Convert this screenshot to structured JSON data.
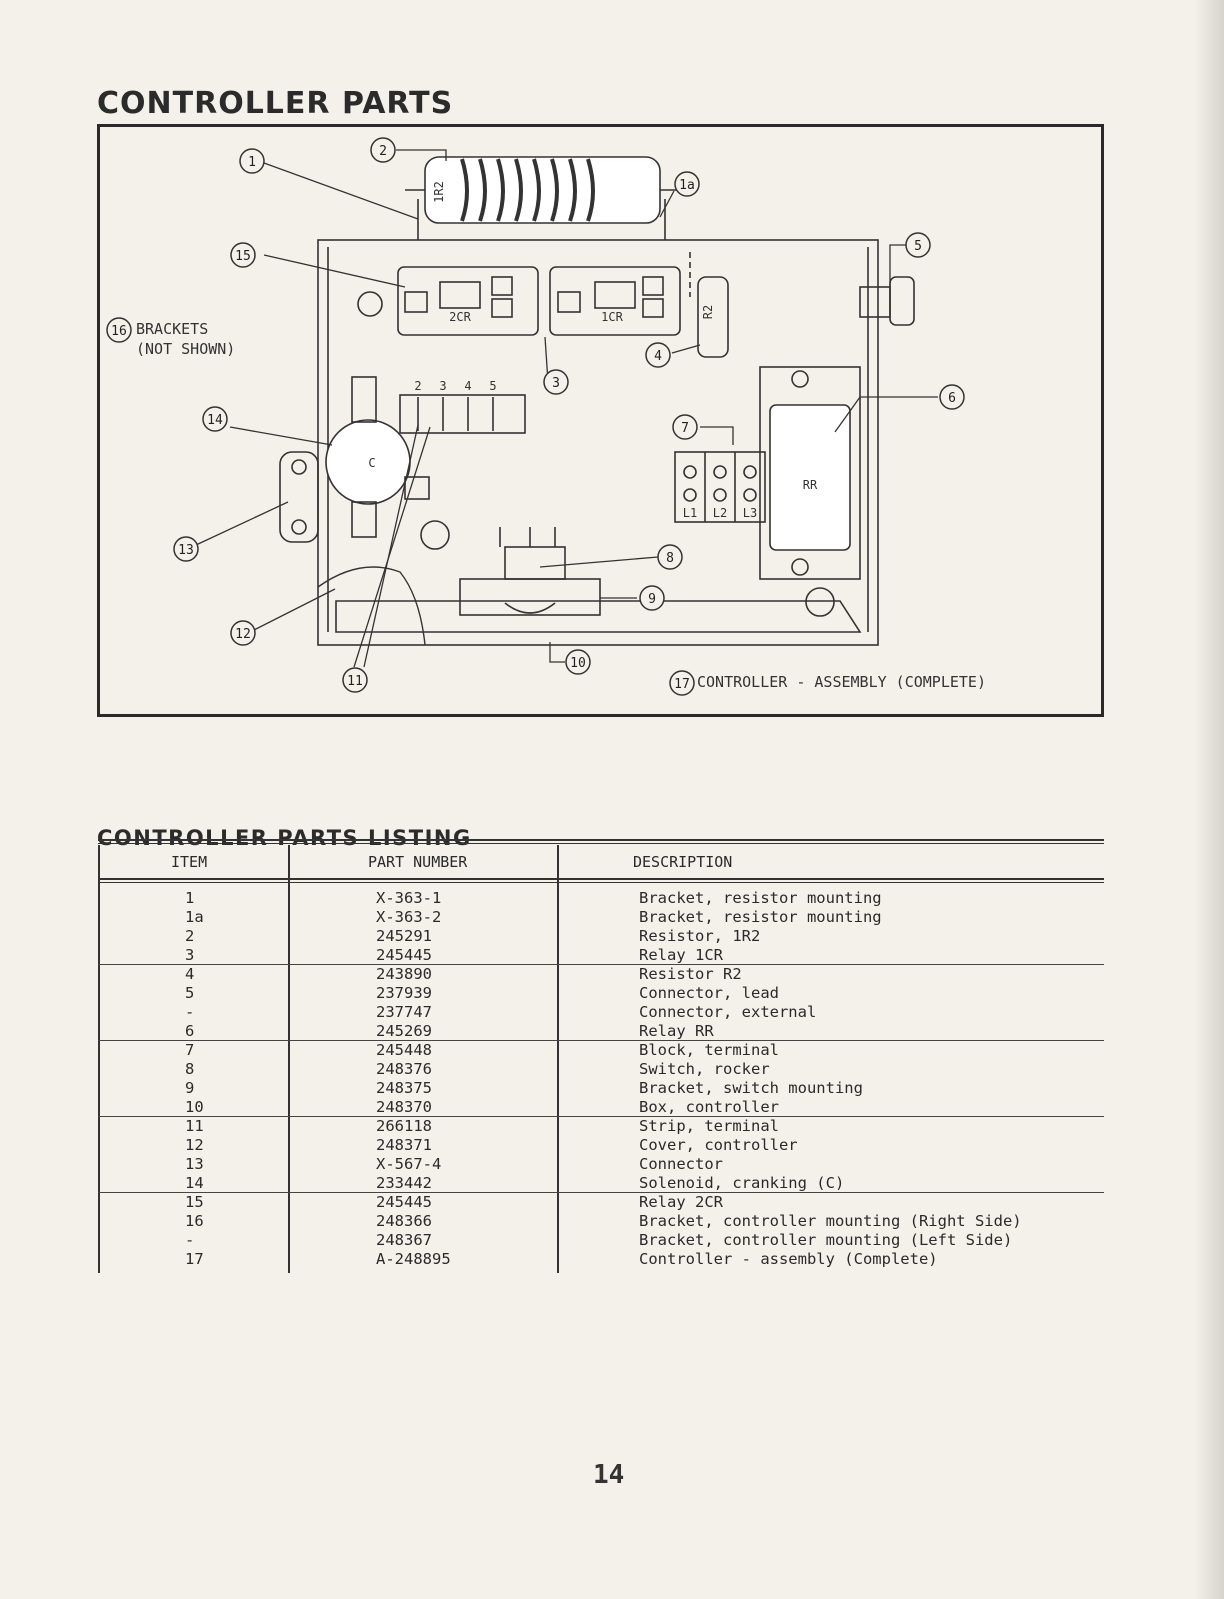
{
  "page": {
    "title": "CONTROLLER PARTS",
    "listing_title": "CONTROLLER PARTS LISTING",
    "page_number": "14"
  },
  "diagram": {
    "callouts": {
      "c1": "1",
      "c1a": "1a",
      "c2": "2",
      "c3": "3",
      "c4": "4",
      "c5": "5",
      "c6": "6",
      "c7": "7",
      "c8": "8",
      "c9": "9",
      "c10": "10",
      "c11": "11",
      "c12": "12",
      "c13": "13",
      "c14": "14",
      "c15": "15",
      "c16": "16",
      "c17": "17"
    },
    "brackets_note_line1": "BRACKETS",
    "brackets_note_line2": "(NOT SHOWN)",
    "assembly_note": "CONTROLLER - ASSEMBLY (COMPLETE)",
    "component_labels": {
      "resistor_1r2": "1R2",
      "relay_2cr": "2CR",
      "relay_1cr": "1CR",
      "resistor_r2": "R2",
      "solenoid": "C",
      "relay_rr": "RR",
      "terminal_l1": "L1",
      "terminal_l2": "L2",
      "terminal_l3": "L3",
      "strip_2": "2",
      "strip_3": "3",
      "strip_4": "4",
      "strip_5": "5"
    }
  },
  "table": {
    "headers": {
      "item": "ITEM",
      "part_number": "PART NUMBER",
      "description": "DESCRIPTION"
    },
    "rows": [
      {
        "item": "1",
        "part": "X-363-1",
        "desc": "Bracket, resistor mounting"
      },
      {
        "item": "1a",
        "part": "X-363-2",
        "desc": "Bracket, resistor mounting"
      },
      {
        "item": "2",
        "part": "245291",
        "desc": "Resistor, 1R2"
      },
      {
        "item": "3",
        "part": "245445",
        "desc": "Relay 1CR"
      },
      {
        "item": "4",
        "part": "243890",
        "desc": "Resistor R2"
      },
      {
        "item": "5",
        "part": "237939",
        "desc": "Connector, lead"
      },
      {
        "item": "-",
        "part": "237747",
        "desc": "Connector, external"
      },
      {
        "item": "6",
        "part": "245269",
        "desc": "Relay RR"
      },
      {
        "item": "7",
        "part": "245448",
        "desc": "Block, terminal"
      },
      {
        "item": "8",
        "part": "248376",
        "desc": "Switch, rocker"
      },
      {
        "item": "9",
        "part": "248375",
        "desc": "Bracket, switch mounting"
      },
      {
        "item": "10",
        "part": "248370",
        "desc": "Box, controller"
      },
      {
        "item": "11",
        "part": "266118",
        "desc": "Strip, terminal"
      },
      {
        "item": "12",
        "part": "248371",
        "desc": "Cover, controller"
      },
      {
        "item": "13",
        "part": "X-567-4",
        "desc": "Connector"
      },
      {
        "item": "14",
        "part": "233442",
        "desc": "Solenoid, cranking (C)"
      },
      {
        "item": "15",
        "part": "245445",
        "desc": "Relay 2CR"
      },
      {
        "item": "16",
        "part": "248366",
        "desc": "Bracket, controller mounting (Right Side)"
      },
      {
        "item": "-",
        "part": "248367",
        "desc": "Bracket, controller mounting (Left Side)"
      },
      {
        "item": "17",
        "part": "A-248895",
        "desc": "Controller - assembly (Complete)"
      }
    ]
  }
}
